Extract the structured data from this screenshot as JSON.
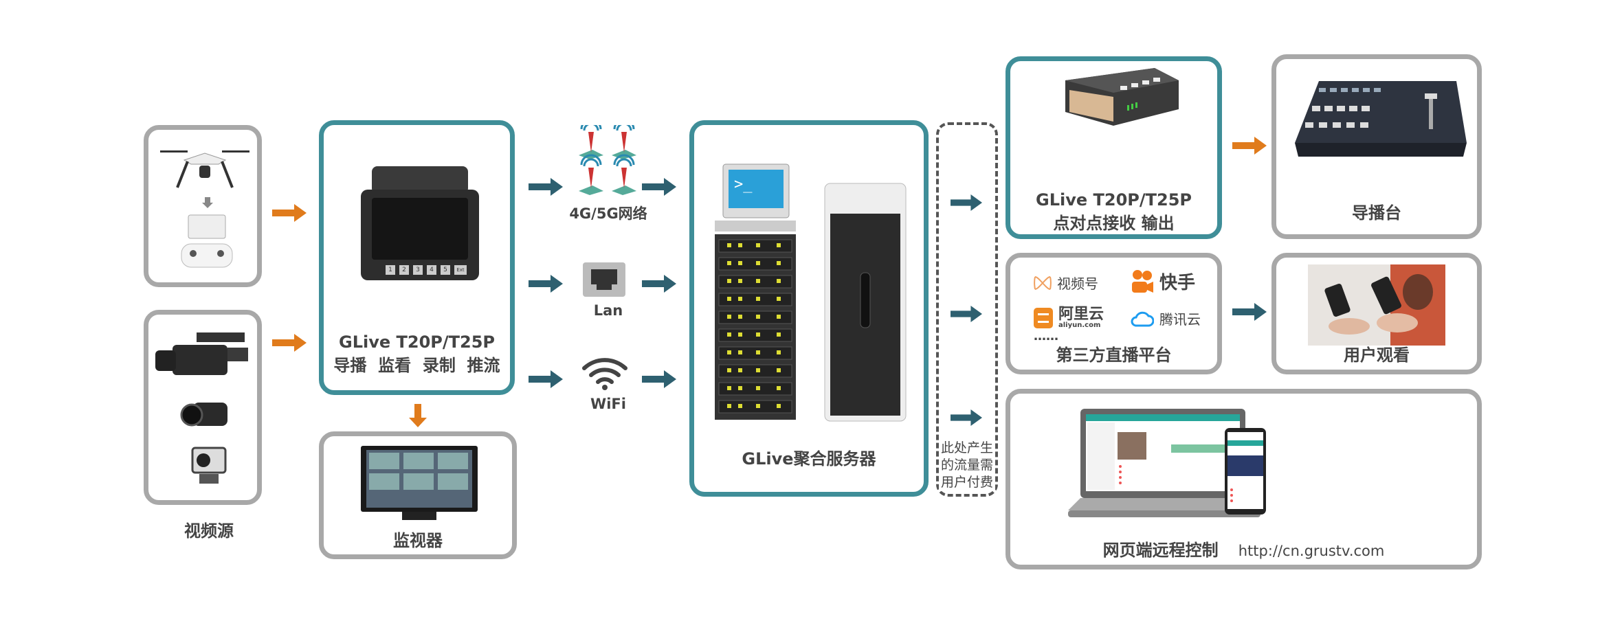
{
  "sources": {
    "label": "视频源",
    "items": [
      "drone",
      "controller",
      "camcorder",
      "handycam",
      "action-camera"
    ]
  },
  "encoder": {
    "model": "GLive T20P/T25P",
    "functions": "导播  监看  录制  推流",
    "buttons": [
      "1",
      "2",
      "3",
      "4",
      "5",
      "Ext"
    ]
  },
  "monitor": {
    "label": "监视器"
  },
  "networks": [
    {
      "label": "4G/5G网络",
      "icon": "cell-tower-icon"
    },
    {
      "label": "Lan",
      "icon": "ethernet-port-icon"
    },
    {
      "label": "WiFi",
      "icon": "wifi-icon"
    }
  ],
  "server": {
    "label": "GLive聚合服务器",
    "terminal_prompt": ">_"
  },
  "traffic_note": {
    "lines": [
      "此处产生",
      "的流量需",
      "用户付费"
    ]
  },
  "receiver": {
    "model": "GLive T20P/T25P",
    "function": "点对点接收 输出"
  },
  "switcher": {
    "label": "导播台"
  },
  "platforms": {
    "label": "第三方直播平台",
    "items": [
      {
        "name": "视频号",
        "color": "#f0a060"
      },
      {
        "name": "快手",
        "color": "#f27b1a"
      },
      {
        "name": "阿里云",
        "sub": "aliyun.com",
        "color": "#ef8a22"
      },
      {
        "name": "腾讯云",
        "color": "#1d9cf0"
      }
    ],
    "more": "……"
  },
  "viewers": {
    "label": "用户观看"
  },
  "web": {
    "label": "网页端远程控制",
    "url": "http://cn.grustv.com"
  },
  "colors": {
    "teal_border": "#3f8e98",
    "gray_border": "#a8a8a8",
    "orange_arrow": "#e07b1c",
    "teal_arrow": "#2e6070"
  }
}
